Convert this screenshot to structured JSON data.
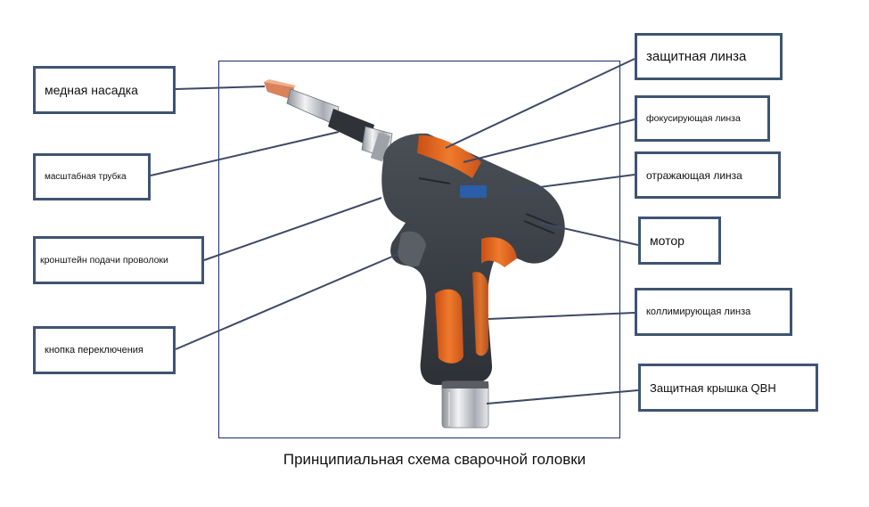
{
  "caption": "Принципиальная схема сварочной головки",
  "labels": {
    "copper_nozzle": "медная насадка",
    "scale_tube": "масштабная трубка",
    "wire_feed_bracket": "кронштейн подачи проволоки",
    "switch_button": "кнопка переключения",
    "protective_lens": "защитная линза",
    "focusing_lens": "фокусирующая линза",
    "reflecting_lens": "отражающая линза",
    "motor": "мотор",
    "collimating_lens": "коллимирующая линза",
    "qbh_cover": "Защитная крышка QBH"
  },
  "colors": {
    "label_border": "#3e5472",
    "frame_border": "#1c2a6e",
    "leader_line": "#3d4a66",
    "body_dark": "#3b3f45",
    "accent_orange": "#e0661e",
    "nozzle_copper": "#d9825b",
    "metal": "#c9ccd1"
  }
}
